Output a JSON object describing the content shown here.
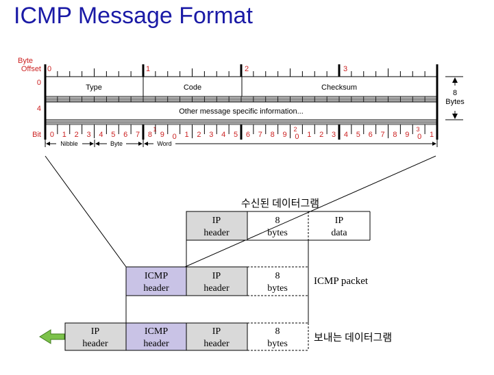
{
  "title": "ICMP Message Format",
  "format": {
    "byte_offset_label": [
      "Byte",
      "Offset"
    ],
    "byte_numbers": [
      "0",
      "1",
      "2",
      "3"
    ],
    "row_offsets": [
      "0",
      "4"
    ],
    "fields": {
      "type": "Type",
      "code": "Code",
      "checksum": "Checksum",
      "other": "Other message specific information..."
    },
    "size_label": [
      "8",
      "Bytes"
    ],
    "bit_label": "Bit",
    "bit_digits": [
      "0",
      "1",
      "2",
      "3",
      "4",
      "5",
      "6",
      "7",
      "8",
      "9",
      "0",
      "1",
      "2",
      "3",
      "4",
      "5",
      "6",
      "7",
      "8",
      "9",
      "0",
      "1",
      "2",
      "3",
      "4",
      "5",
      "6",
      "7",
      "8",
      "9",
      "0",
      "1"
    ],
    "bit_tens": [
      "1",
      "2",
      "3"
    ],
    "units": {
      "nibble": "Nibble",
      "byte": "Byte",
      "word": "Word"
    }
  },
  "encapsulation": {
    "received_caption": "수신된 데이터그램",
    "sent_caption": "보내는 데이터그램",
    "icmp_packet_label": "ICMP packet",
    "ip_header": [
      "IP",
      "header"
    ],
    "icmp_header": [
      "ICMP",
      "header"
    ],
    "eight_bytes": [
      "8",
      "bytes"
    ],
    "ip_data": [
      "IP",
      "data"
    ]
  },
  "colors": {
    "title": "#1a1aa6",
    "labels": "#cc2222",
    "ip_header_fill": "#d9d9d9",
    "icmp_header_fill": "#c9c3e6",
    "arrow": "#7cc24a"
  }
}
